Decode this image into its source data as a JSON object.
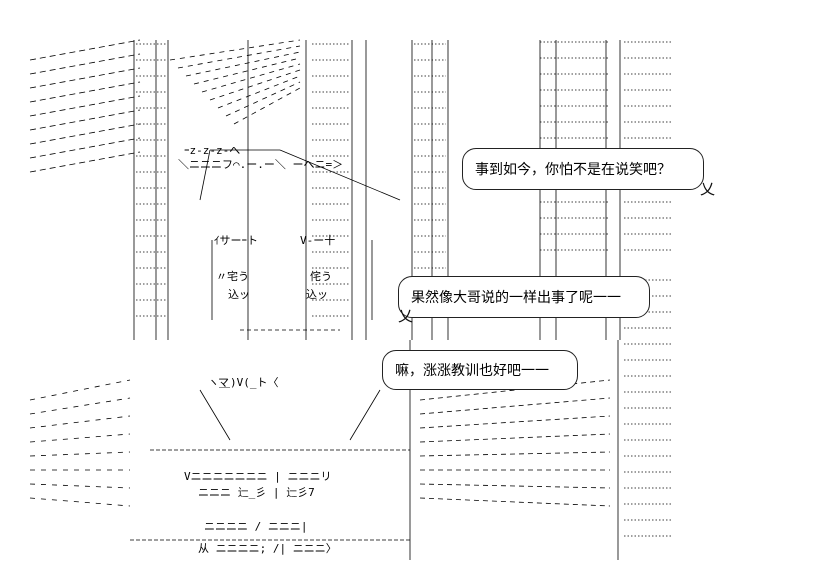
{
  "bubbles": [
    {
      "text": "事到如今，你怕不是在说笑吧？"
    },
    {
      "text": "果然像大哥说的一样出事了呢一一"
    },
    {
      "text": "嘛，涨涨教训也好吧一一"
    }
  ],
  "ascii_labels": {
    "zzz": "ｰz‐z‐z‐へ",
    "eq_arrow": "＼ニニニフ⌒.ー.ー＼ ーへニ=＞",
    "hand_l": "ｲサーｰト",
    "hand_r": "V‐ー十",
    "takuu": "〃宅う",
    "takuu2": "侘う",
    "komi1": "込ッ",
    "komi2": "込ッ",
    "mouth": "ヽ＿)V(_ト〈",
    "ma": "マ",
    "bottom1": "从 ニニニニ; /| ニニニ〉",
    "bottom2": "ニニニニ / ニニニ|",
    "bottom3": "ニニニ 辷_彡 | 辷彡7",
    "bottom4": "Vニニニニニニニ | ニニニリ"
  },
  "colors": {
    "ink": "#000000",
    "background": "#ffffff"
  }
}
